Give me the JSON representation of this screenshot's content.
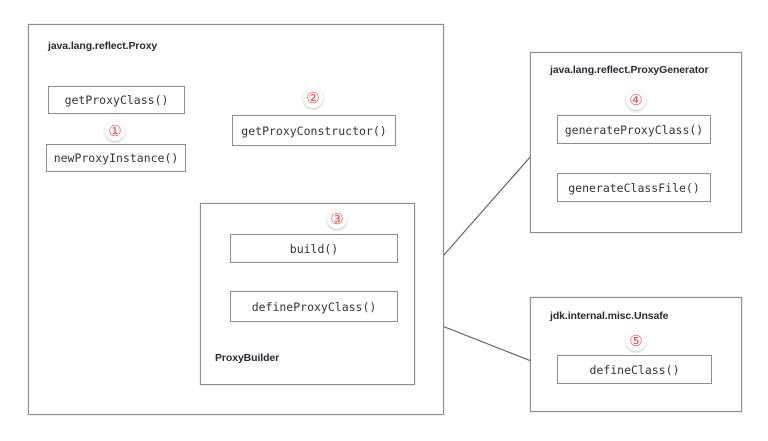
{
  "diagram": {
    "title": "java.lang.reflect.Proxy dynamic proxy call flow",
    "accent_color": "#e8514f",
    "line_color": "#5a5a5a",
    "box_border_color": "#8e8e8e",
    "background": "#ffffff"
  },
  "panels": [
    {
      "id": "proxy",
      "title": "java.lang.reflect.Proxy",
      "title_position": "top-left"
    },
    {
      "id": "proxybuilder",
      "title": "ProxyBuilder",
      "title_position": "bottom-left"
    },
    {
      "id": "proxygenerator",
      "title": "java.lang.reflect.ProxyGenerator",
      "title_position": "top-center"
    },
    {
      "id": "unsafe",
      "title": "jdk.internal.misc.Unsafe",
      "title_position": "top-center"
    }
  ],
  "nodes": [
    {
      "id": "getProxyClass",
      "label": "getProxyClass()",
      "panel": "proxy"
    },
    {
      "id": "newProxyInstance",
      "label": "newProxyInstance()",
      "panel": "proxy"
    },
    {
      "id": "getProxyConstructor",
      "label": "getProxyConstructor()",
      "panel": "proxy"
    },
    {
      "id": "build",
      "label": "build()",
      "panel": "proxybuilder"
    },
    {
      "id": "defineProxyClass",
      "label": "defineProxyClass()",
      "panel": "proxybuilder"
    },
    {
      "id": "generateProxyClass",
      "label": "generateProxyClass()",
      "panel": "proxygenerator"
    },
    {
      "id": "generateClassFile",
      "label": "generateClassFile()",
      "panel": "proxygenerator"
    },
    {
      "id": "defineClass",
      "label": "defineClass()",
      "panel": "unsafe"
    }
  ],
  "badges": [
    {
      "id": "step1",
      "label": "①",
      "number": 1,
      "near": "getProxyClass / newProxyInstance"
    },
    {
      "id": "step2",
      "label": "②",
      "number": 2,
      "near": "getProxyConstructor"
    },
    {
      "id": "step3",
      "label": "③",
      "number": 3,
      "near": "build"
    },
    {
      "id": "step4",
      "label": "④",
      "number": 4,
      "near": "generateProxyClass"
    },
    {
      "id": "step5",
      "label": "⑤",
      "number": 5,
      "near": "defineClass"
    }
  ],
  "edges": [
    {
      "from": "getProxyClass",
      "to": "getProxyConstructor",
      "arrow": true
    },
    {
      "from": "newProxyInstance",
      "to": "getProxyConstructor",
      "arrow": true
    },
    {
      "from": "getProxyConstructor",
      "to": "build",
      "arrow": true
    },
    {
      "from": "build",
      "to": "defineProxyClass",
      "arrow": true
    },
    {
      "from": "defineProxyClass",
      "to": "generateProxyClass",
      "arrow": true
    },
    {
      "from": "defineProxyClass",
      "to": "defineClass",
      "arrow": true
    },
    {
      "from": "generateProxyClass",
      "to": "generateClassFile",
      "arrow": true
    }
  ]
}
